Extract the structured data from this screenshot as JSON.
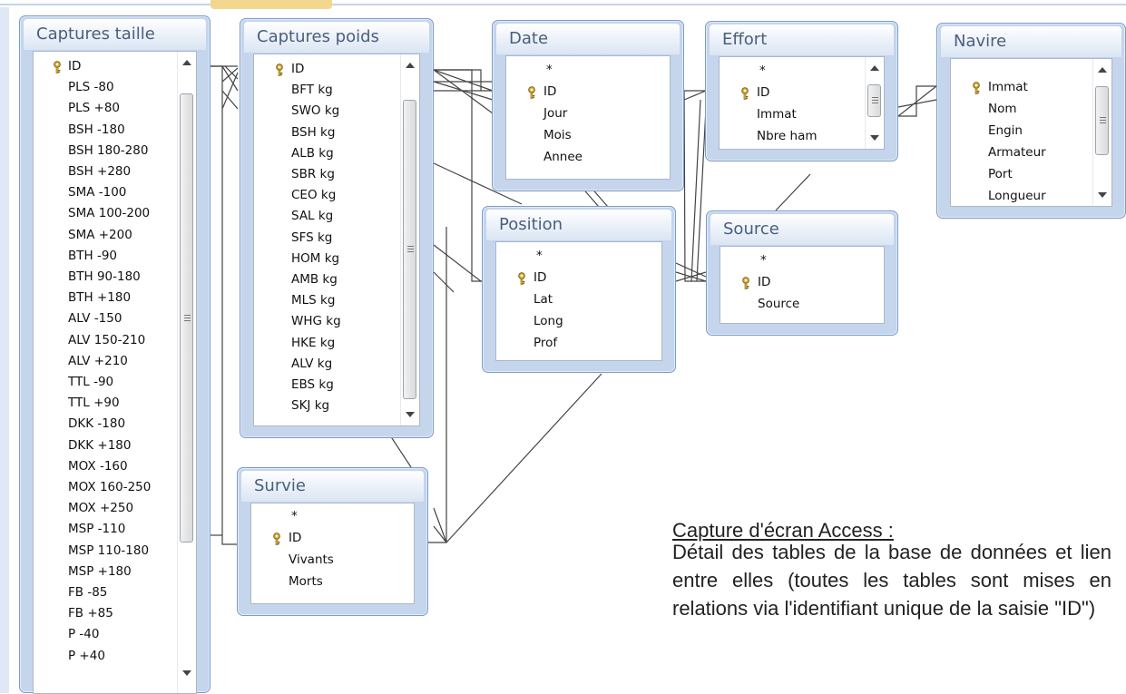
{
  "tables": {
    "captures_taille": {
      "title": "Captures taille",
      "fields": [
        "ID",
        "PLS -80",
        "PLS +80",
        "BSH -180",
        "BSH 180-280",
        "BSH +280",
        "SMA -100",
        "SMA 100-200",
        "SMA +200",
        "BTH -90",
        "BTH 90-180",
        "BTH +180",
        "ALV -150",
        "ALV 150-210",
        "ALV +210",
        "TTL -90",
        "TTL +90",
        "DKK -180",
        "DKK +180",
        "MOX -160",
        "MOX 160-250",
        "MOX +250",
        "MSP -110",
        "MSP 110-180",
        "MSP +180",
        "FB -85",
        "FB +85",
        "P -40",
        "P +40"
      ]
    },
    "captures_poids": {
      "title": "Captures poids",
      "fields": [
        "ID",
        "BFT kg",
        "SWO kg",
        "BSH kg",
        "ALB kg",
        "SBR kg",
        "CEO kg",
        "SAL kg",
        "SFS kg",
        "HOM kg",
        "AMB kg",
        "MLS kg",
        "WHG kg",
        "HKE kg",
        "ALV kg",
        "EBS kg",
        "SKJ kg"
      ]
    },
    "date": {
      "title": "Date",
      "fields": [
        "*",
        "ID",
        "Jour",
        "Mois",
        "Annee"
      ]
    },
    "effort": {
      "title": "Effort",
      "fields": [
        "*",
        "ID",
        "Immat",
        "Nbre ham"
      ]
    },
    "navire": {
      "title": "Navire",
      "fields": [
        "Immat",
        "Nom",
        "Engin",
        "Armateur",
        "Port",
        "Longueur"
      ]
    },
    "position": {
      "title": "Position",
      "fields": [
        "*",
        "ID",
        "Lat",
        "Long",
        "Prof"
      ]
    },
    "source": {
      "title": "Source",
      "fields": [
        "*",
        "ID",
        "Source"
      ]
    },
    "survie": {
      "title": "Survie",
      "fields": [
        "*",
        "ID",
        "Vivants",
        "Morts"
      ]
    }
  },
  "note": {
    "title": "Capture d'écran Access  :",
    "text": "Détail des tables de la base de données et lien entre elles (toutes les tables sont mises en relations via l'identifiant unique de la saisie \"ID\")"
  },
  "icons": {
    "primary_key": "key-icon",
    "scroll_up": "scroll-up-icon",
    "scroll_down": "scroll-down-icon",
    "scroll_grip": "scroll-grip-icon"
  },
  "colors": {
    "table_frame": "#c4d5ec",
    "table_border": "#7b9bc8",
    "title_text": "#4a5e7e",
    "relationship_line": "#444444",
    "key_gold": "#c9a227"
  }
}
